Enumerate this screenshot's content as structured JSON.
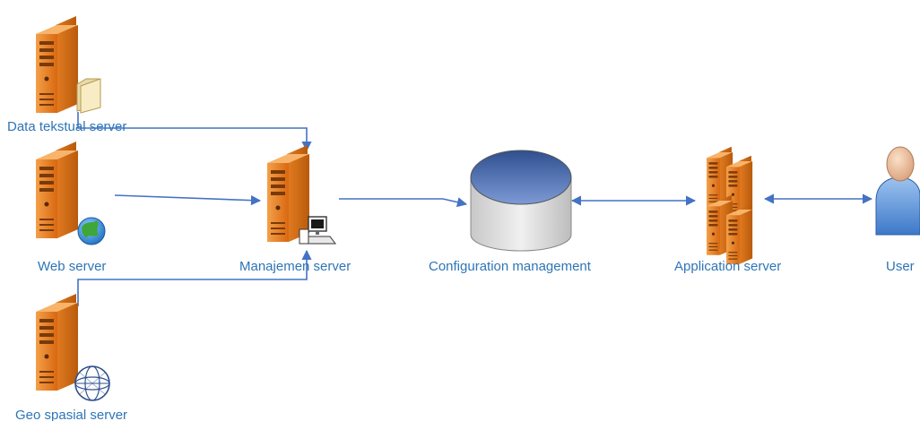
{
  "nodes": {
    "data_tekstual": {
      "label": "Data tekstual server",
      "icon": "server-with-folder-icon"
    },
    "web": {
      "label": "Web server",
      "icon": "server-with-globe-icon"
    },
    "geo": {
      "label": "Geo spasial server",
      "icon": "server-with-wireframe-globe-icon"
    },
    "manajemen": {
      "label": "Manajemen server",
      "icon": "server-with-workstation-icon"
    },
    "config": {
      "label": "Configuration management",
      "icon": "database-cylinder-icon"
    },
    "application": {
      "label": "Application server",
      "icon": "server-cluster-icon"
    },
    "user": {
      "label": "User",
      "icon": "user-icon"
    }
  },
  "colors": {
    "server_orange": "#e8741c",
    "server_dark": "#a84a0c",
    "connector": "#4472c4",
    "label": "#2e75b6",
    "db_top": "#3a5a9a",
    "db_body": "#d9d9d9"
  }
}
